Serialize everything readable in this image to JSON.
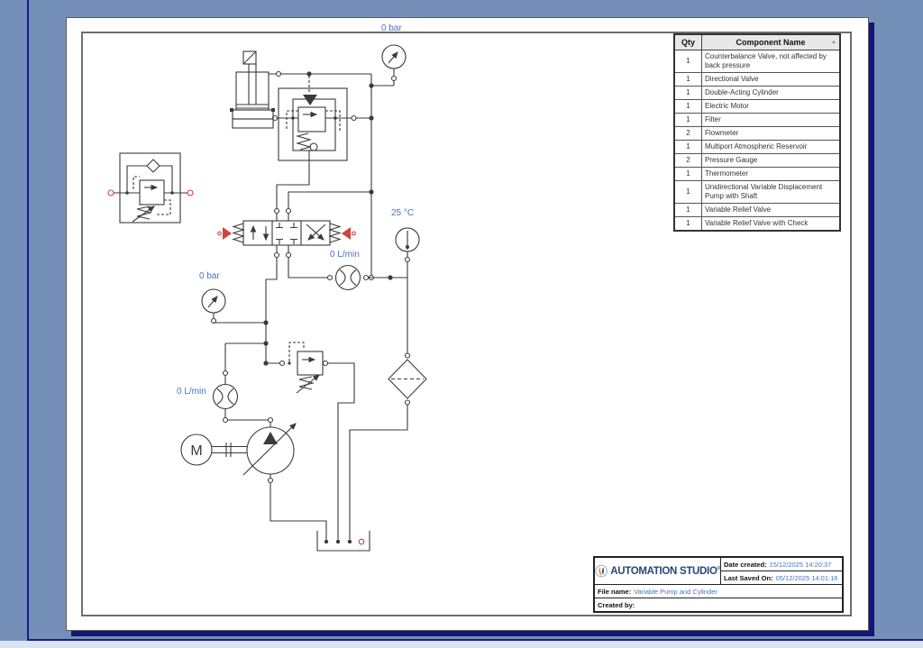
{
  "colors": {
    "desktop_bg": "#7590B8",
    "page_bg": "#FFFFFF",
    "frame_navy": "#1A1A8C",
    "line": "#3A3A3A",
    "open_port_red": "#D34040",
    "value_blue": "#4673C0",
    "logo_blue": "#27477E",
    "logo_orange": "#E8A23C",
    "bom_header_bg": "#E8E8E8"
  },
  "schematic": {
    "labels": {
      "gauge_top": "0 bar",
      "gauge_left": "0 bar",
      "flowmeter_right": "0 L/min",
      "flowmeter_left": "0 L/min",
      "thermometer": "25 °C"
    },
    "motor_letter": "M"
  },
  "bom": {
    "qty_header": "Qty",
    "name_header": "Component Name",
    "sort_icon": "▲",
    "rows": [
      {
        "qty": "1",
        "name": "Counterbalance Valve, not affected by back pressure"
      },
      {
        "qty": "1",
        "name": "Directional Valve"
      },
      {
        "qty": "1",
        "name": "Double-Acting Cylinder"
      },
      {
        "qty": "1",
        "name": "Electric Motor"
      },
      {
        "qty": "1",
        "name": "Filter"
      },
      {
        "qty": "2",
        "name": "Flowmeter"
      },
      {
        "qty": "1",
        "name": "Multiport Atmospheric Reservoir"
      },
      {
        "qty": "2",
        "name": "Pressure Gauge"
      },
      {
        "qty": "1",
        "name": "Thermometer"
      },
      {
        "qty": "1",
        "name": "Unidirectional Variable Displacement Pump with Shaft"
      },
      {
        "qty": "1",
        "name": "Variable Relief Valve"
      },
      {
        "qty": "1",
        "name": "Variable Relief Valve with Check"
      }
    ]
  },
  "title_block": {
    "brand": "AUTOMATION STUDIO",
    "brand_mark": "®",
    "date_created_label": "Date created:",
    "date_created": "15/12/2025 14:20:37",
    "last_saved_label": "Last Saved On:",
    "last_saved": "05/12/2025 14:01:16",
    "file_name_label": "File name:",
    "file_name": "Variable Pump and Cylinder",
    "created_by_label": "Created by:",
    "created_by": ""
  }
}
